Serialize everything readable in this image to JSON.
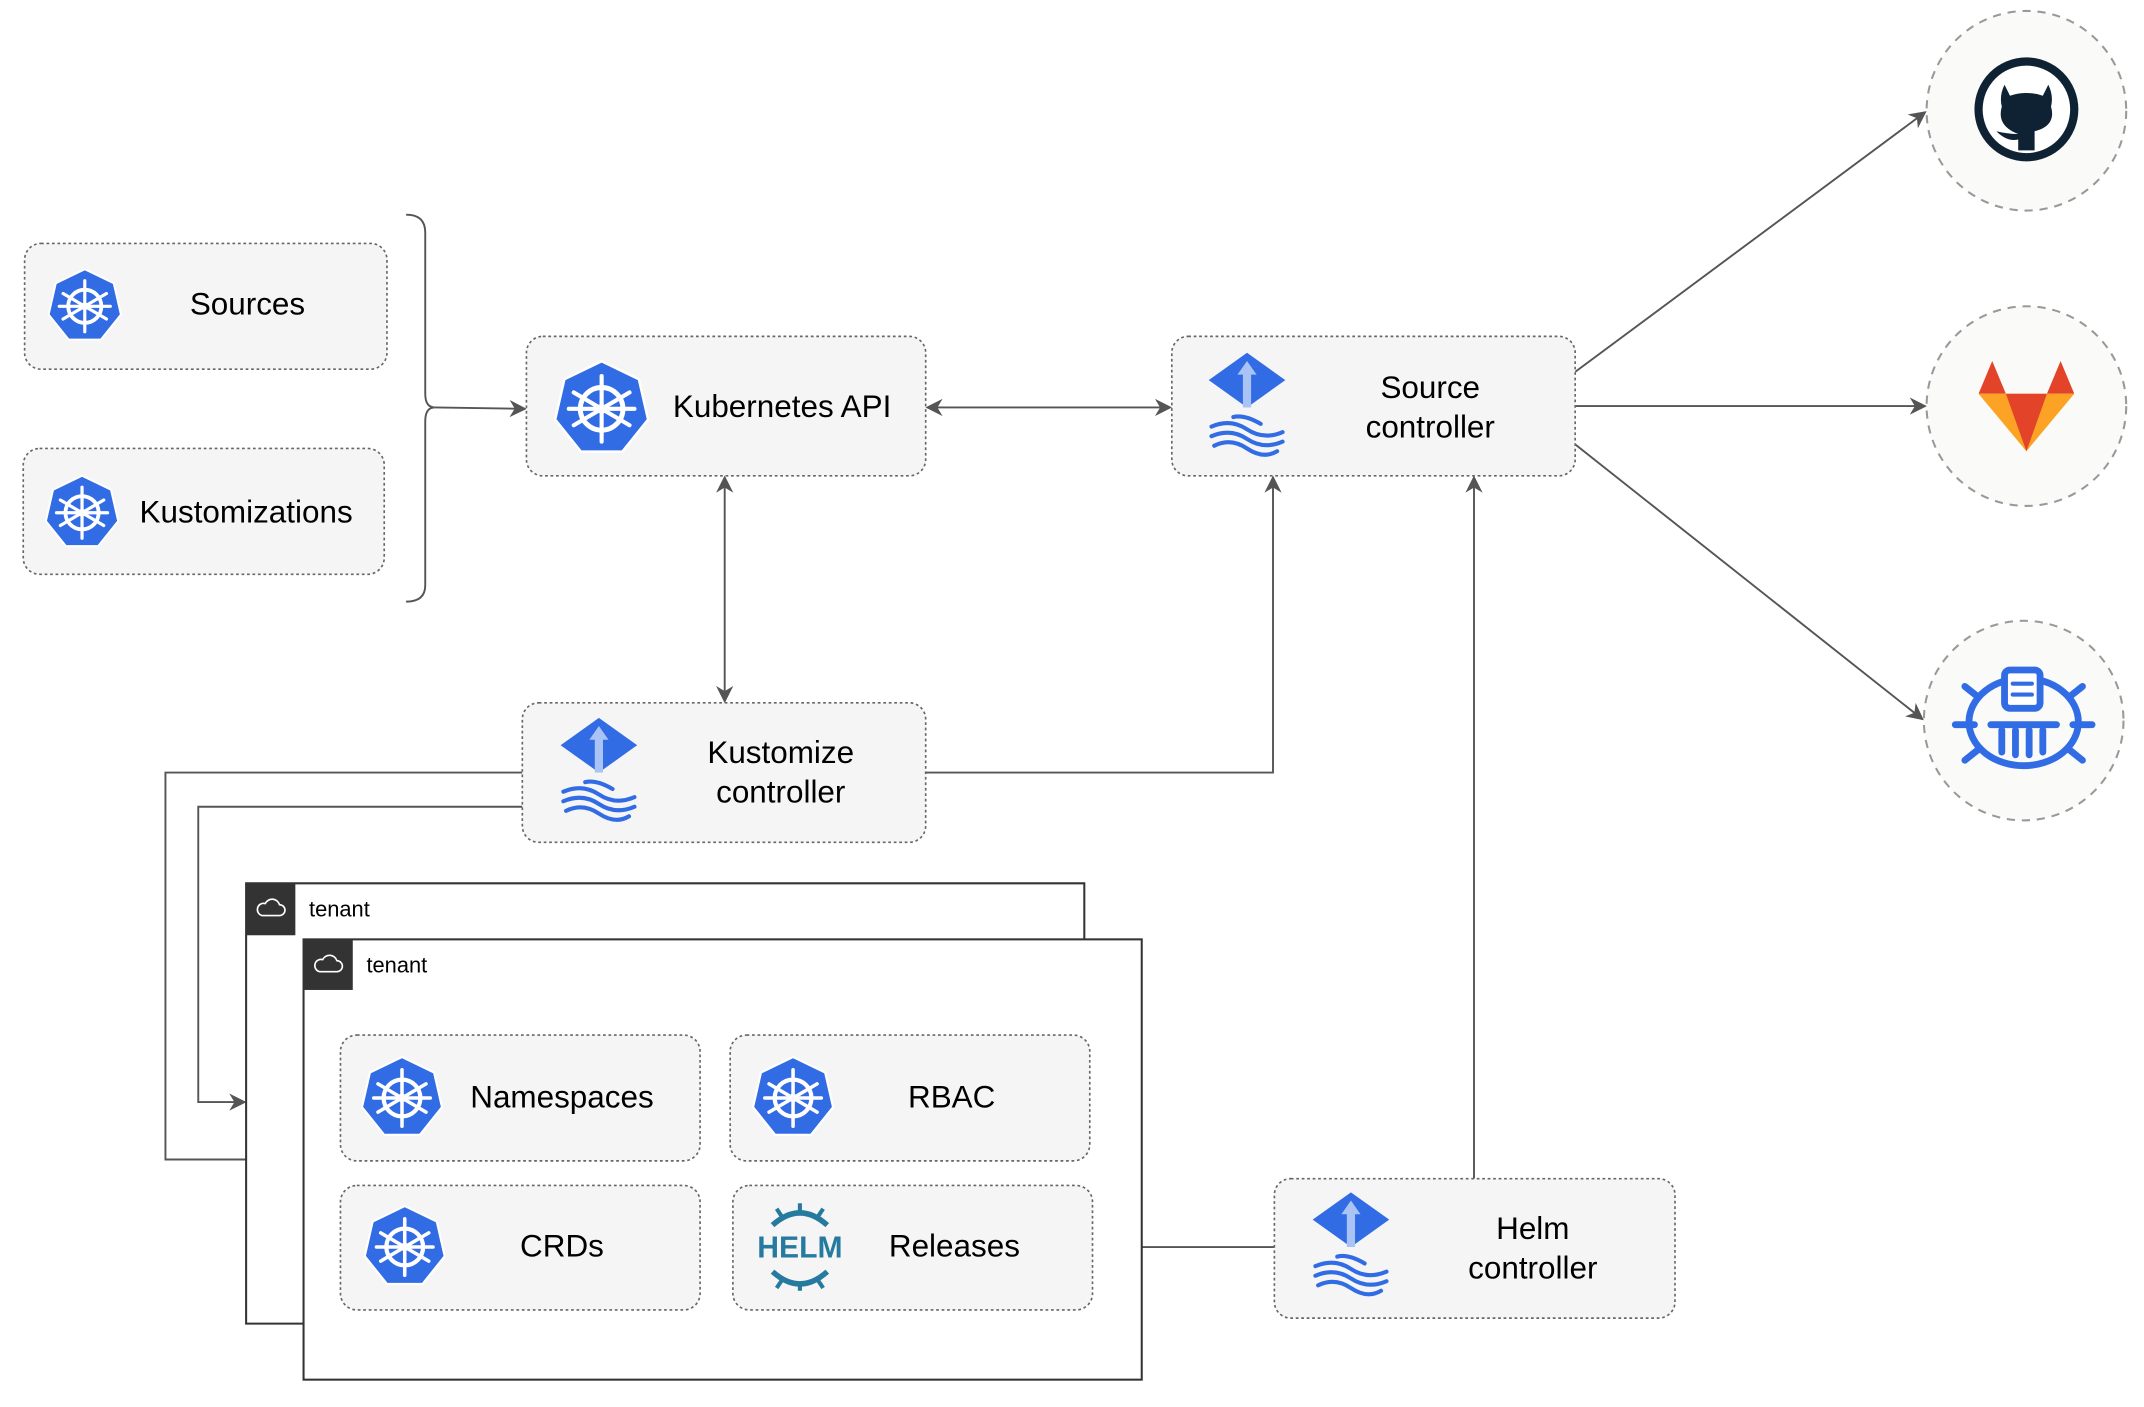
{
  "nodes": {
    "sources": "Sources",
    "kustomizations": "Kustomizations",
    "kubernetes_api": "Kubernetes API",
    "source_controller": [
      "Source",
      "controller"
    ],
    "kustomize_controller": [
      "Kustomize",
      "controller"
    ],
    "helm_controller": [
      "Helm",
      "controller"
    ],
    "tenant_back": "tenant",
    "tenant_front": "tenant",
    "namespaces": "Namespaces",
    "rbac": "RBAC",
    "crds": "CRDs",
    "releases": "Releases",
    "helm_logo_text": "HELM"
  },
  "external_sources": [
    {
      "name": "github",
      "icon": "github-icon"
    },
    {
      "name": "gitlab",
      "icon": "gitlab-icon"
    },
    {
      "name": "bucket",
      "icon": "bucket-icon"
    }
  ],
  "colors": {
    "k8s_blue": "#326ce5",
    "helm_blue": "#277a9f",
    "github_dark": "#0f2233",
    "gitlab_orange": "#e24329",
    "gitlab_light": "#fca326"
  }
}
